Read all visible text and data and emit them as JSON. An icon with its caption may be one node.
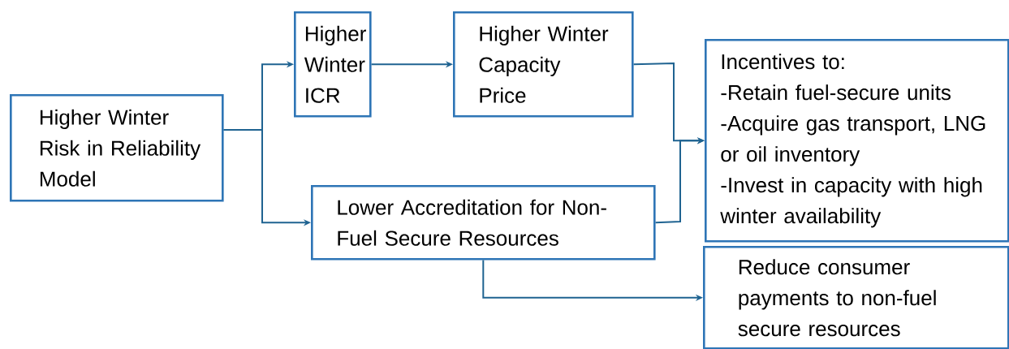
{
  "diagram": {
    "nodes": [
      {
        "text": [
          "Higher Winter Risk in Reliability Model"
        ]
      },
      {
        "text": [
          "Higher Winter ICR"
        ]
      },
      {
        "text": [
          "Higher Winter Capacity Price"
        ]
      },
      {
        "text": [
          "Lower Accreditation for Non- Fuel Secure Resources"
        ]
      },
      {
        "text": [
          "Incentives to:",
          "-Retain fuel-secure units",
          "-Acquire gas transport, LNG or oil inventory",
          "-Invest in capacity with high winter availability"
        ]
      },
      {
        "text": [
          "Reduce consumer payments to non-fuel secure resources"
        ]
      }
    ],
    "edges": [
      {
        "from": 0,
        "to": 1,
        "arrow": "to"
      },
      {
        "from": 0,
        "to": 3,
        "arrow": "to"
      },
      {
        "from": 1,
        "to": 2,
        "arrow": "to"
      },
      {
        "from": 2,
        "to": 4,
        "arrow": "to"
      },
      {
        "from": 3,
        "to": 4,
        "arrow": "to"
      },
      {
        "from": 3,
        "to": 5,
        "arrow": "to"
      }
    ]
  }
}
